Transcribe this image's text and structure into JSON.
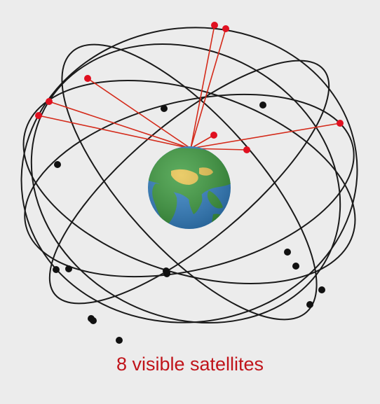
{
  "caption": "8 visible satellites",
  "colors": {
    "background": "#ececec",
    "orbit": "#1a1a1a",
    "visible_satellite": "#e01020",
    "signal_line": "#d42a1a",
    "hidden_satellite": "#111111",
    "caption": "#c0141a",
    "ocean": "#2f7fc4",
    "land": "#3a9a3c",
    "desert": "#e6c24a"
  },
  "visible_satellite_count": 8,
  "hidden_satellite_count": 15,
  "orbit_count": 6
}
